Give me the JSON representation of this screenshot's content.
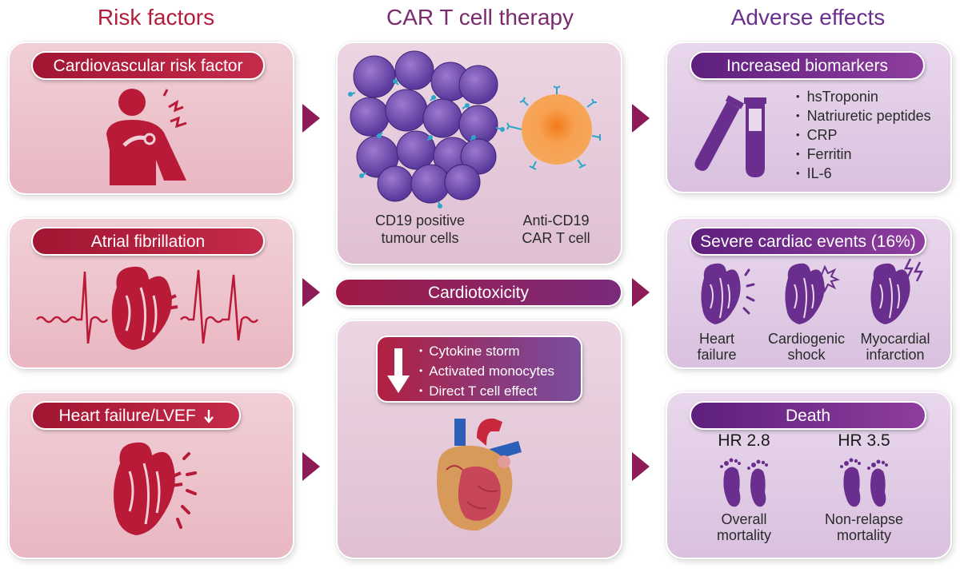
{
  "titles": {
    "risk": "Risk factors",
    "car": "CAR T cell therapy",
    "adverse": "Adverse effects"
  },
  "risk_factors": {
    "cardiovascular": "Cardiovascular risk factor",
    "af": "Atrial fibrillation",
    "hf": "Heart failure/LVEF"
  },
  "car_t": {
    "tumour_label_1": "CD19 positive",
    "tumour_label_2": "tumour cells",
    "cart_label_1": "Anti-CD19",
    "cart_label_2": "CAR T cell",
    "cardiotoxicity": "Cardiotoxicity",
    "mechanisms": [
      "Cytokine storm",
      "Activated monocytes",
      "Direct T cell effect"
    ]
  },
  "adverse": {
    "biomarkers_title": "Increased biomarkers",
    "biomarkers": [
      "hsTroponin",
      "Natriuretic peptides",
      "CRP",
      "Ferritin",
      "IL-6"
    ],
    "severe_title": "Severe cardiac events (16%)",
    "events": [
      {
        "line1": "Heart",
        "line2": "failure"
      },
      {
        "line1": "Cardiogenic",
        "line2": "shock"
      },
      {
        "line1": "Myocardial",
        "line2": "infarction"
      }
    ],
    "death_title": "Death",
    "hr_overall": "HR 2.8",
    "hr_nonrelapse": "HR 3.5",
    "overall_1": "Overall",
    "overall_2": "mortality",
    "nonrelapse_1": "Non-relapse",
    "nonrelapse_2": "mortality"
  },
  "colors": {
    "risk_red": "#b21d3c",
    "car_maroon": "#7b2a6e",
    "adverse_purple": "#6a2f8e",
    "arrow": "#8d1b55"
  },
  "icons": [
    "person-chest-pain-icon",
    "ecg-heart-icon",
    "heart-icon",
    "tumour-cells-icon",
    "car-t-cell-icon",
    "down-arrow-icon",
    "anatomical-heart-icon",
    "test-tubes-icon",
    "heart-event-icon",
    "footprints-icon"
  ]
}
